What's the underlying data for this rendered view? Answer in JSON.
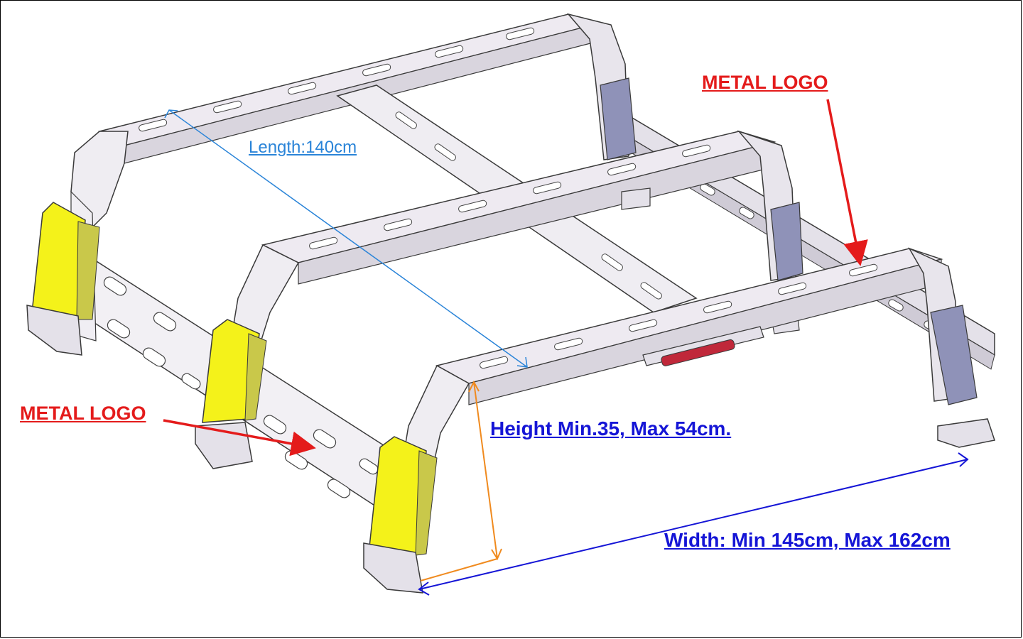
{
  "labels": {
    "length": "Length:140cm",
    "height": "Height Min.35, Max 54cm.",
    "width": "Width: Min 145cm, Max 162cm",
    "metal_logo_right": "METAL LOGO",
    "metal_logo_left": "METAL LOGO"
  },
  "colors": {
    "frame_fill": "#e6e3ea",
    "frame_stroke": "#3a3a3a",
    "yellow_panel": "#f4f21a",
    "blue_bracket": "#8f92b8",
    "length_arrow": "#2a84d8",
    "height_arrow": "#f08a1e",
    "width_arrow": "#1515d6",
    "logo_arrow": "#e41b1b",
    "brake_light": "#c0283a"
  }
}
